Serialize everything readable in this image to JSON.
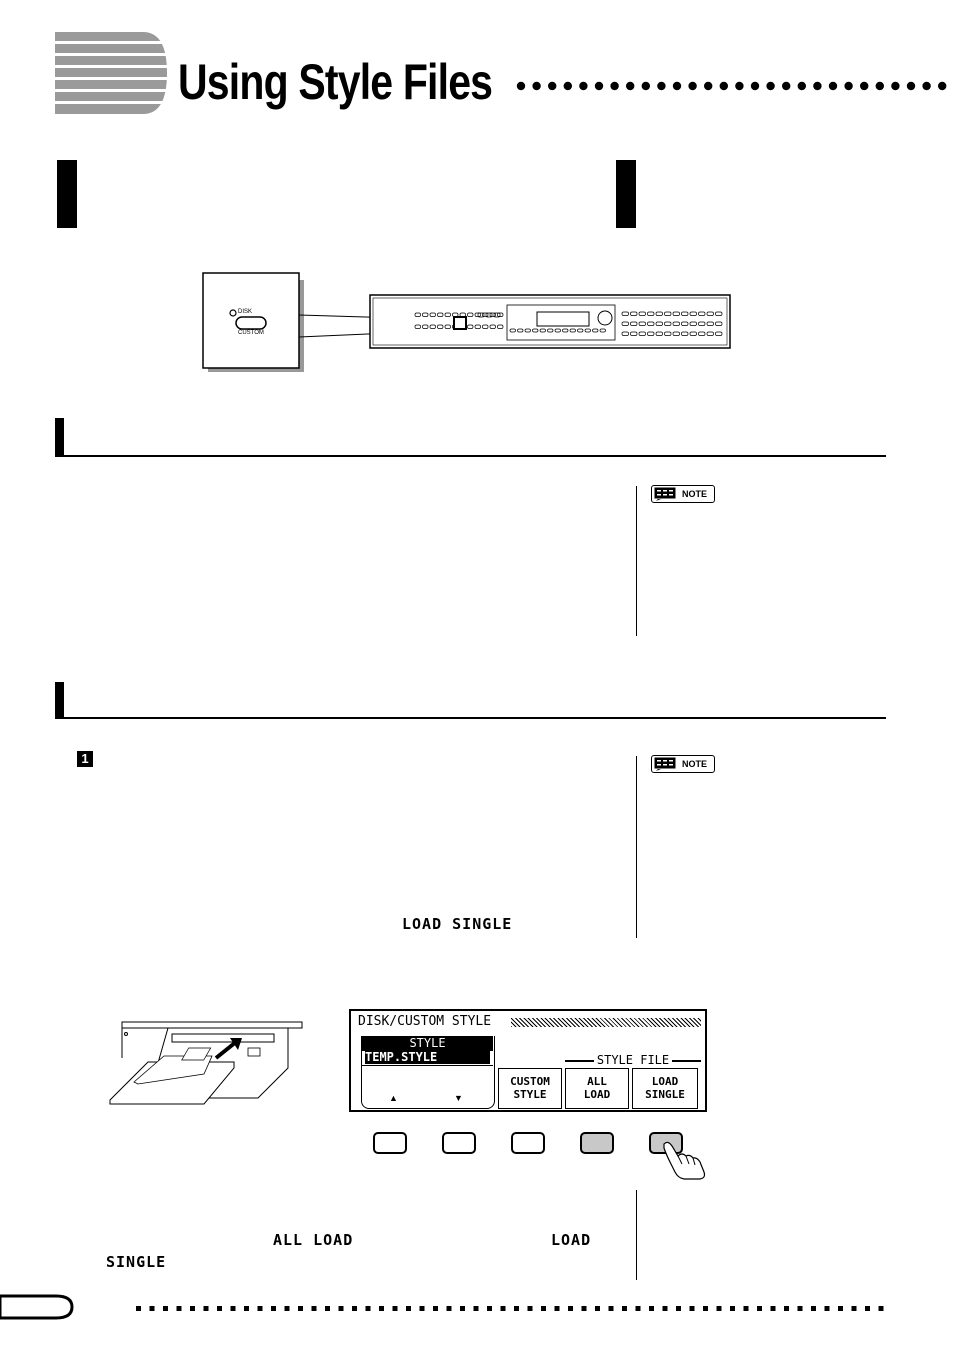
{
  "header": {
    "title": "Using Style Files"
  },
  "panel": {
    "callout_top_label": "DISK",
    "callout_bottom_label": "CUSTOM"
  },
  "step": {
    "number": "1",
    "inline_label": "LOAD SINGLE"
  },
  "notes": [
    {
      "label": "NOTE"
    },
    {
      "label": "NOTE"
    }
  ],
  "lcd": {
    "header_text": "DISK/CUSTOM STYLE",
    "style_label": "STYLE",
    "style_value": "TEMP.STYLE",
    "style_file_label": "STYLE FILE",
    "buttons": [
      {
        "line1": "CUSTOM",
        "line2": "STYLE"
      },
      {
        "line1": "ALL",
        "line2": "LOAD"
      },
      {
        "line1": "LOAD",
        "line2": "SINGLE"
      }
    ],
    "up_arrow": "▲",
    "down_arrow": "▼"
  },
  "footer_text": {
    "all_load": "ALL LOAD",
    "load_word": "LOAD",
    "single_word": "SINGLE"
  }
}
